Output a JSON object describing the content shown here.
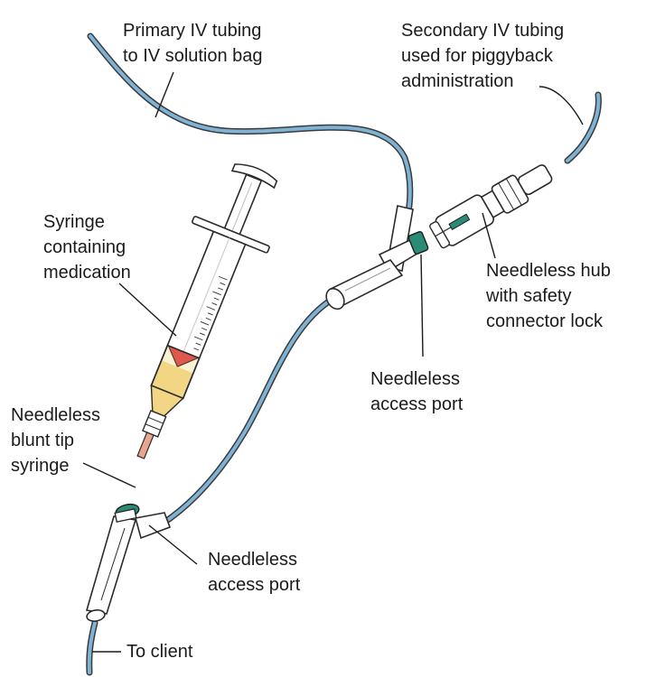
{
  "colors": {
    "tubing": "#7fb3d5",
    "tubing_outline": "#3a3a3a",
    "port_green": "#2a8c74",
    "medication": "#f3d684",
    "medication_top": "#e2574c",
    "background": "#ffffff"
  },
  "labels": {
    "primary_tubing": [
      "Primary IV tubing",
      "to IV solution bag"
    ],
    "secondary_tubing": [
      "Secondary IV tubing",
      "used for piggyback",
      "administration"
    ],
    "syringe": [
      "Syringe",
      "containing",
      "medication"
    ],
    "hub": [
      "Needleless hub",
      "with safety",
      "connector lock"
    ],
    "access_port_upper": [
      "Needleless",
      "access port"
    ],
    "blunt_tip": [
      "Needleless",
      "blunt tip",
      "syringe"
    ],
    "access_port_lower": [
      "Needleless",
      "access port"
    ],
    "to_client": "To client"
  }
}
